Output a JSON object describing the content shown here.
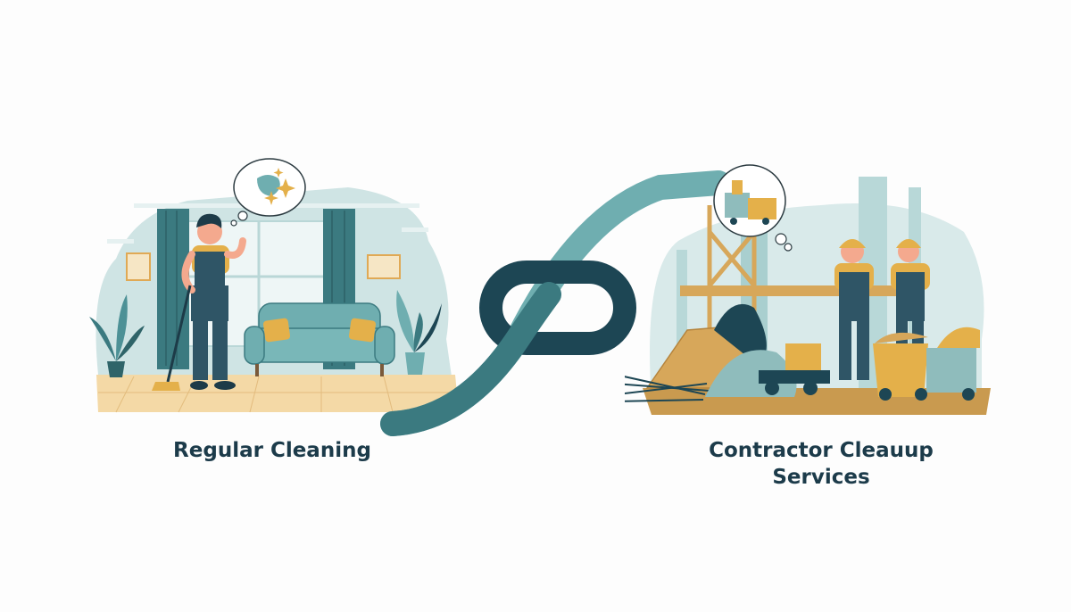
{
  "left_panel": {
    "caption": "Regular Cleaning",
    "thought_bubble_icon": "sparkling-clean-icon"
  },
  "right_panel": {
    "caption_line1": "Contractor Cleauup",
    "caption_line2": "Services",
    "thought_bubble_icon": "waste-bin-cart-icon"
  },
  "connector": {
    "icon": "link-icon"
  },
  "colors": {
    "teal_light": "#6faeb0",
    "teal_dark": "#1d4654",
    "teal_pale": "#cfe4e4",
    "mustard": "#e4b04a",
    "wood": "#d7a75a",
    "floor": "#f4d9a6",
    "caption": "#1c3b4a",
    "background": "#fdfdfd"
  }
}
